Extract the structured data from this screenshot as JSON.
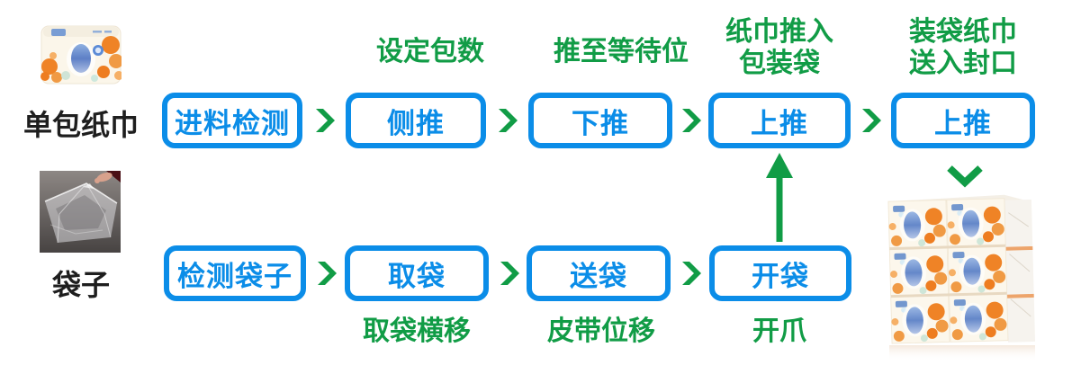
{
  "palette": {
    "blue": "#0b8de8",
    "green": "#119c46",
    "label": "#1e1e1e"
  },
  "flow": {
    "top_row": {
      "label": "单包纸巾",
      "steps": [
        "进料检测",
        "侧推",
        "下推",
        "上推",
        "上推"
      ],
      "notes": [
        "设定包数",
        "推至等待位",
        "纸巾推入\n包装袋",
        "装袋纸巾\n送入封口"
      ]
    },
    "bottom_row": {
      "label": "袋子",
      "steps": [
        "检测袋子",
        "取袋",
        "送袋",
        "开袋"
      ],
      "notes": [
        "取袋横移",
        "皮带位移",
        "开爪"
      ]
    }
  }
}
